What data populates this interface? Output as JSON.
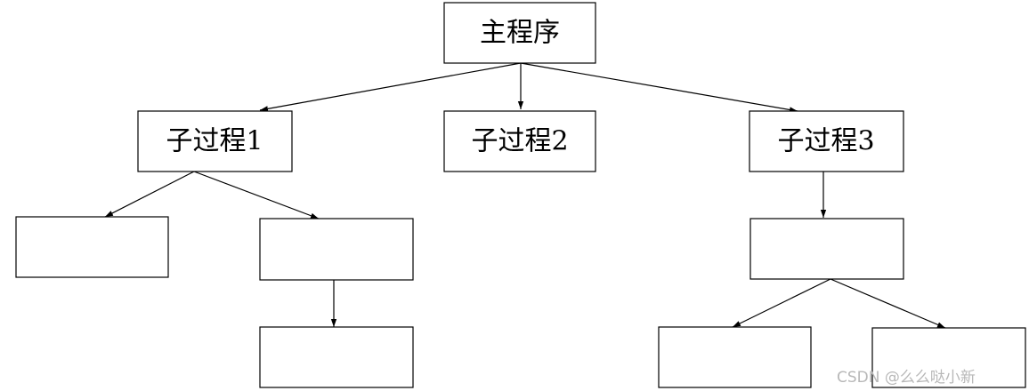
{
  "nodes": {
    "main": {
      "label": "主程序"
    },
    "sub1": {
      "label": "子过程1"
    },
    "sub2": {
      "label": "子过程2"
    },
    "sub3": {
      "label": "子过程3"
    },
    "sub1_child_left": {
      "label": ""
    },
    "sub1_child_right": {
      "label": ""
    },
    "sub1_child_right_child": {
      "label": ""
    },
    "sub3_child": {
      "label": ""
    },
    "sub3_child_left": {
      "label": ""
    },
    "sub3_child_right": {
      "label": ""
    }
  },
  "edges": [
    {
      "from": "main",
      "to": "sub1"
    },
    {
      "from": "main",
      "to": "sub2"
    },
    {
      "from": "main",
      "to": "sub3"
    },
    {
      "from": "sub1",
      "to": "sub1_child_left"
    },
    {
      "from": "sub1",
      "to": "sub1_child_right"
    },
    {
      "from": "sub1_child_right",
      "to": "sub1_child_right_child"
    },
    {
      "from": "sub3",
      "to": "sub3_child"
    },
    {
      "from": "sub3_child",
      "to": "sub3_child_left"
    },
    {
      "from": "sub3_child",
      "to": "sub3_child_right"
    }
  ],
  "watermark": "CSDN @么么哒小新"
}
